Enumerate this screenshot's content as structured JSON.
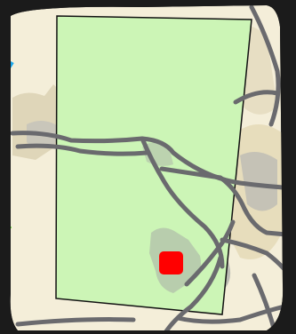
{
  "map": {
    "type": "parcel-overlay-aerial",
    "colors": {
      "frame_dark": "#1b1b1b",
      "terrain_light": "#f6f0dc",
      "terrain_tan": "#e3d8b4",
      "terrain_green": "#cfe2c4",
      "developed_gray": "#a8aba6",
      "parcel_fill": "#ccf5b6",
      "parcel_outline": "#111111",
      "road": "#6a6a6e",
      "marker": "#ff0000",
      "water_line": "#1aa7ec",
      "accent_green_line": "#32d400"
    },
    "parcel": {
      "name": "parcel-boundary"
    },
    "marker": {
      "name": "location-marker",
      "shape": "rounded-square"
    },
    "edge_label": ""
  }
}
